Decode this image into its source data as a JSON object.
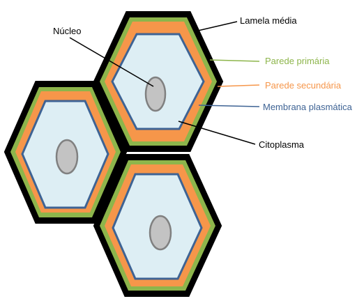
{
  "labels": {
    "lamela_media": "Lamela média",
    "parede_primaria": "Parede primária",
    "parede_secundaria": "Parede secundária",
    "membrana": "Membrana plasmática",
    "citoplasma": "Citoplasma",
    "nucleo": "Núcleo"
  },
  "colors": {
    "lamela": "#000000",
    "primaria": "#8db54b",
    "secundaria": "#f6964a",
    "membrana": "#3e6394",
    "citoplasma": "#ddeef4",
    "nucleo_fill": "#c3c3c3",
    "nucleo_stroke": "#808080",
    "label_dark": "#000000"
  }
}
